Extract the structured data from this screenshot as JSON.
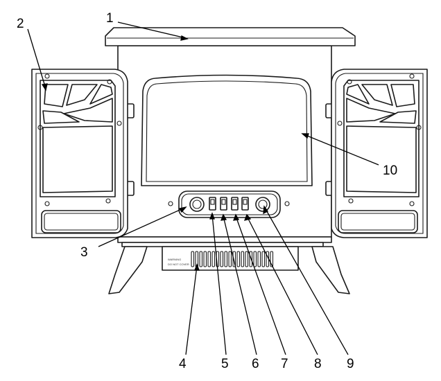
{
  "callouts": [
    {
      "id": "1",
      "label": "1"
    },
    {
      "id": "2",
      "label": "2"
    },
    {
      "id": "3",
      "label": "3"
    },
    {
      "id": "4",
      "label": "4"
    },
    {
      "id": "5",
      "label": "5"
    },
    {
      "id": "6",
      "label": "6"
    },
    {
      "id": "7",
      "label": "7"
    },
    {
      "id": "8",
      "label": "8"
    },
    {
      "id": "9",
      "label": "9"
    },
    {
      "id": "10",
      "label": "10"
    }
  ],
  "heater_panel": {
    "warning_line_1": "WARNING",
    "warning_line_2": "DO NOT COVER"
  },
  "colors": {
    "line": "#1a1a1a",
    "background": "#ffffff"
  }
}
